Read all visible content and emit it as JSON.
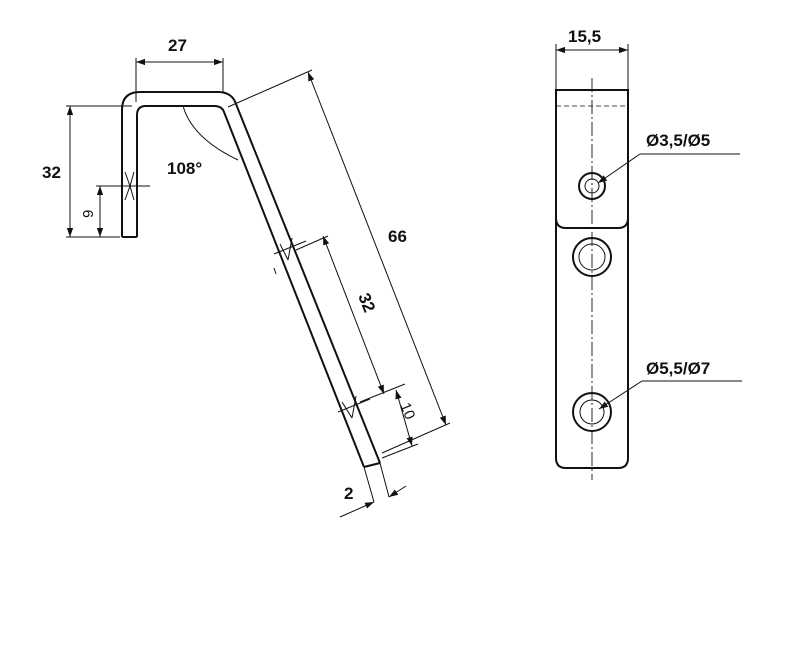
{
  "side_view": {
    "width_top": "27",
    "height_total": "32",
    "hole_offset_vertical": "9",
    "bend_angle": "108°",
    "length_total": "66",
    "hole_spacing": "32",
    "hole_offset_end": "10",
    "thickness": "2"
  },
  "front_view": {
    "width": "15,5",
    "hole_small": "Ø3,5/Ø5",
    "hole_large": "Ø5,5/Ø7"
  }
}
